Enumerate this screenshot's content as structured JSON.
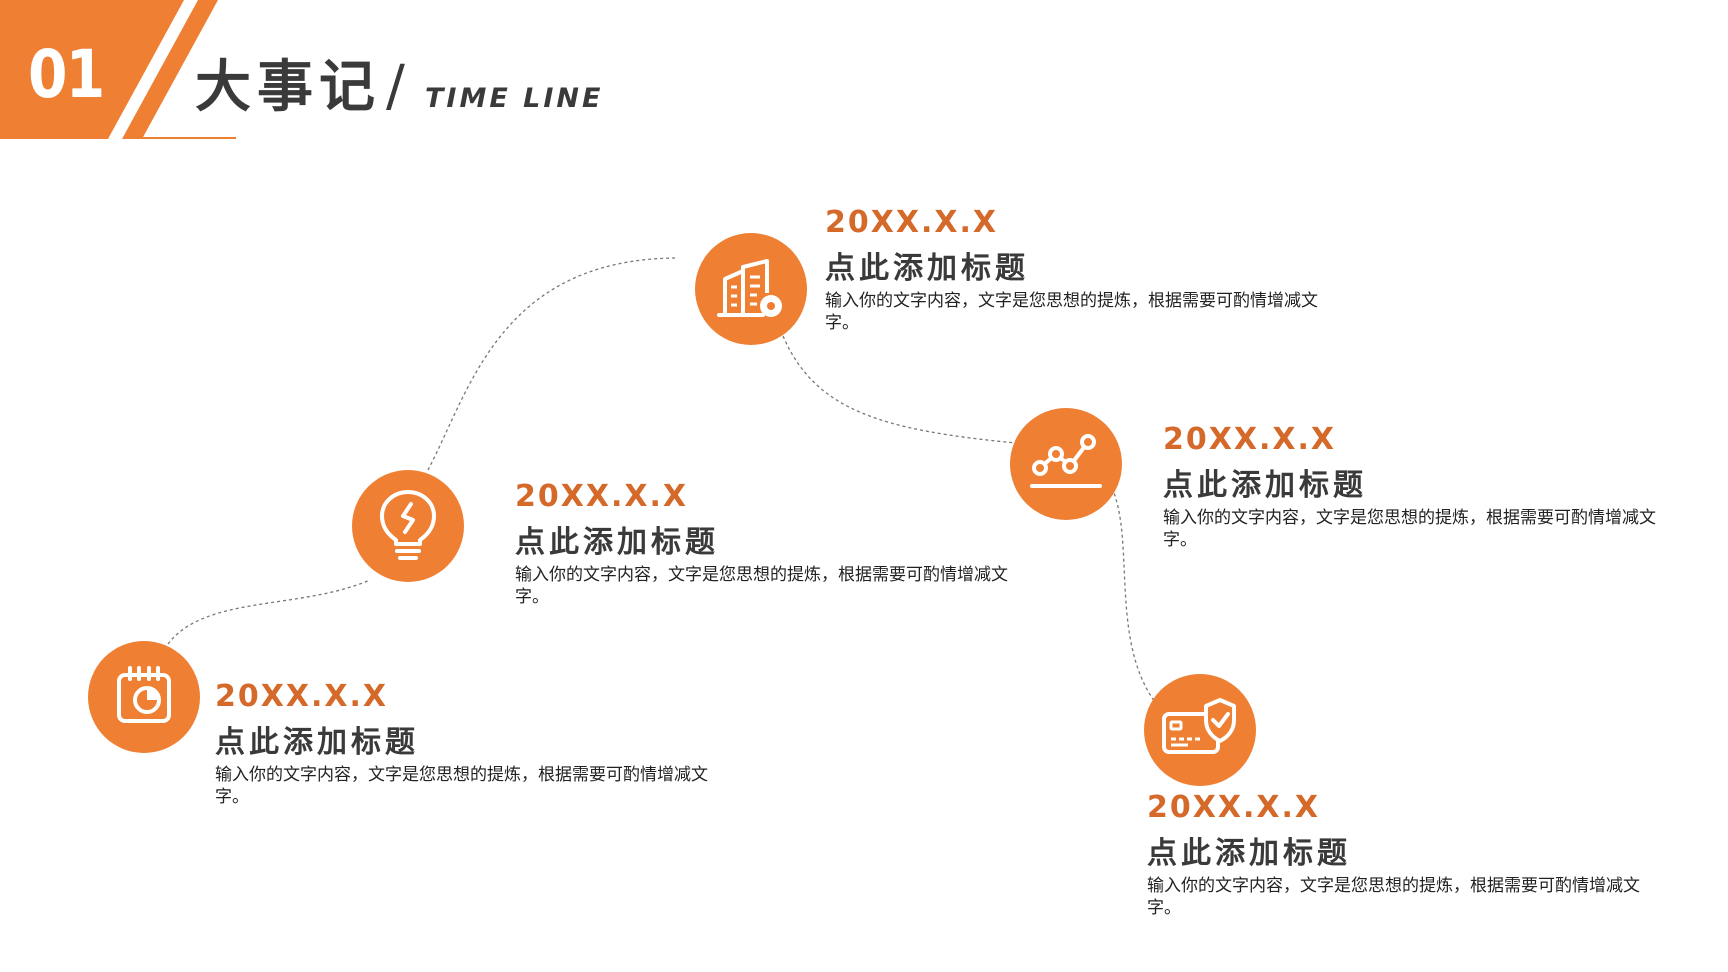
{
  "header": {
    "section_number": "01",
    "title_zh": "大事记",
    "title_separator": "/",
    "title_en": "TIME LINE"
  },
  "colors": {
    "accent": "#ee7f33",
    "date_text": "#d4692a",
    "title_text": "#3a3a3a",
    "body_text": "#222222",
    "connector": "#777777"
  },
  "events": [
    {
      "icon": "calendar-icon",
      "date": "20XX.X.X",
      "title": "点此添加标题",
      "desc": "输入你的文字内容，文字是您思想的提炼，根据需要可酌情增减文字。"
    },
    {
      "icon": "lightbulb-icon",
      "date": "20XX.X.X",
      "title": "点此添加标题",
      "desc": "输入你的文字内容，文字是您思想的提炼，根据需要可酌情增减文字。"
    },
    {
      "icon": "building-icon",
      "date": "20XX.X.X",
      "title": "点此添加标题",
      "desc": "输入你的文字内容，文字是您思想的提炼，根据需要可酌情增减文字。"
    },
    {
      "icon": "line-chart-icon",
      "date": "20XX.X.X",
      "title": "点此添加标题",
      "desc": "输入你的文字内容，文字是您思想的提炼，根据需要可酌情增减文字。"
    },
    {
      "icon": "credit-card-shield-icon",
      "date": "20XX.X.X",
      "title": "点此添加标题",
      "desc": "输入你的文字内容，文字是您思想的提炼，根据需要可酌情增减文字。"
    }
  ]
}
